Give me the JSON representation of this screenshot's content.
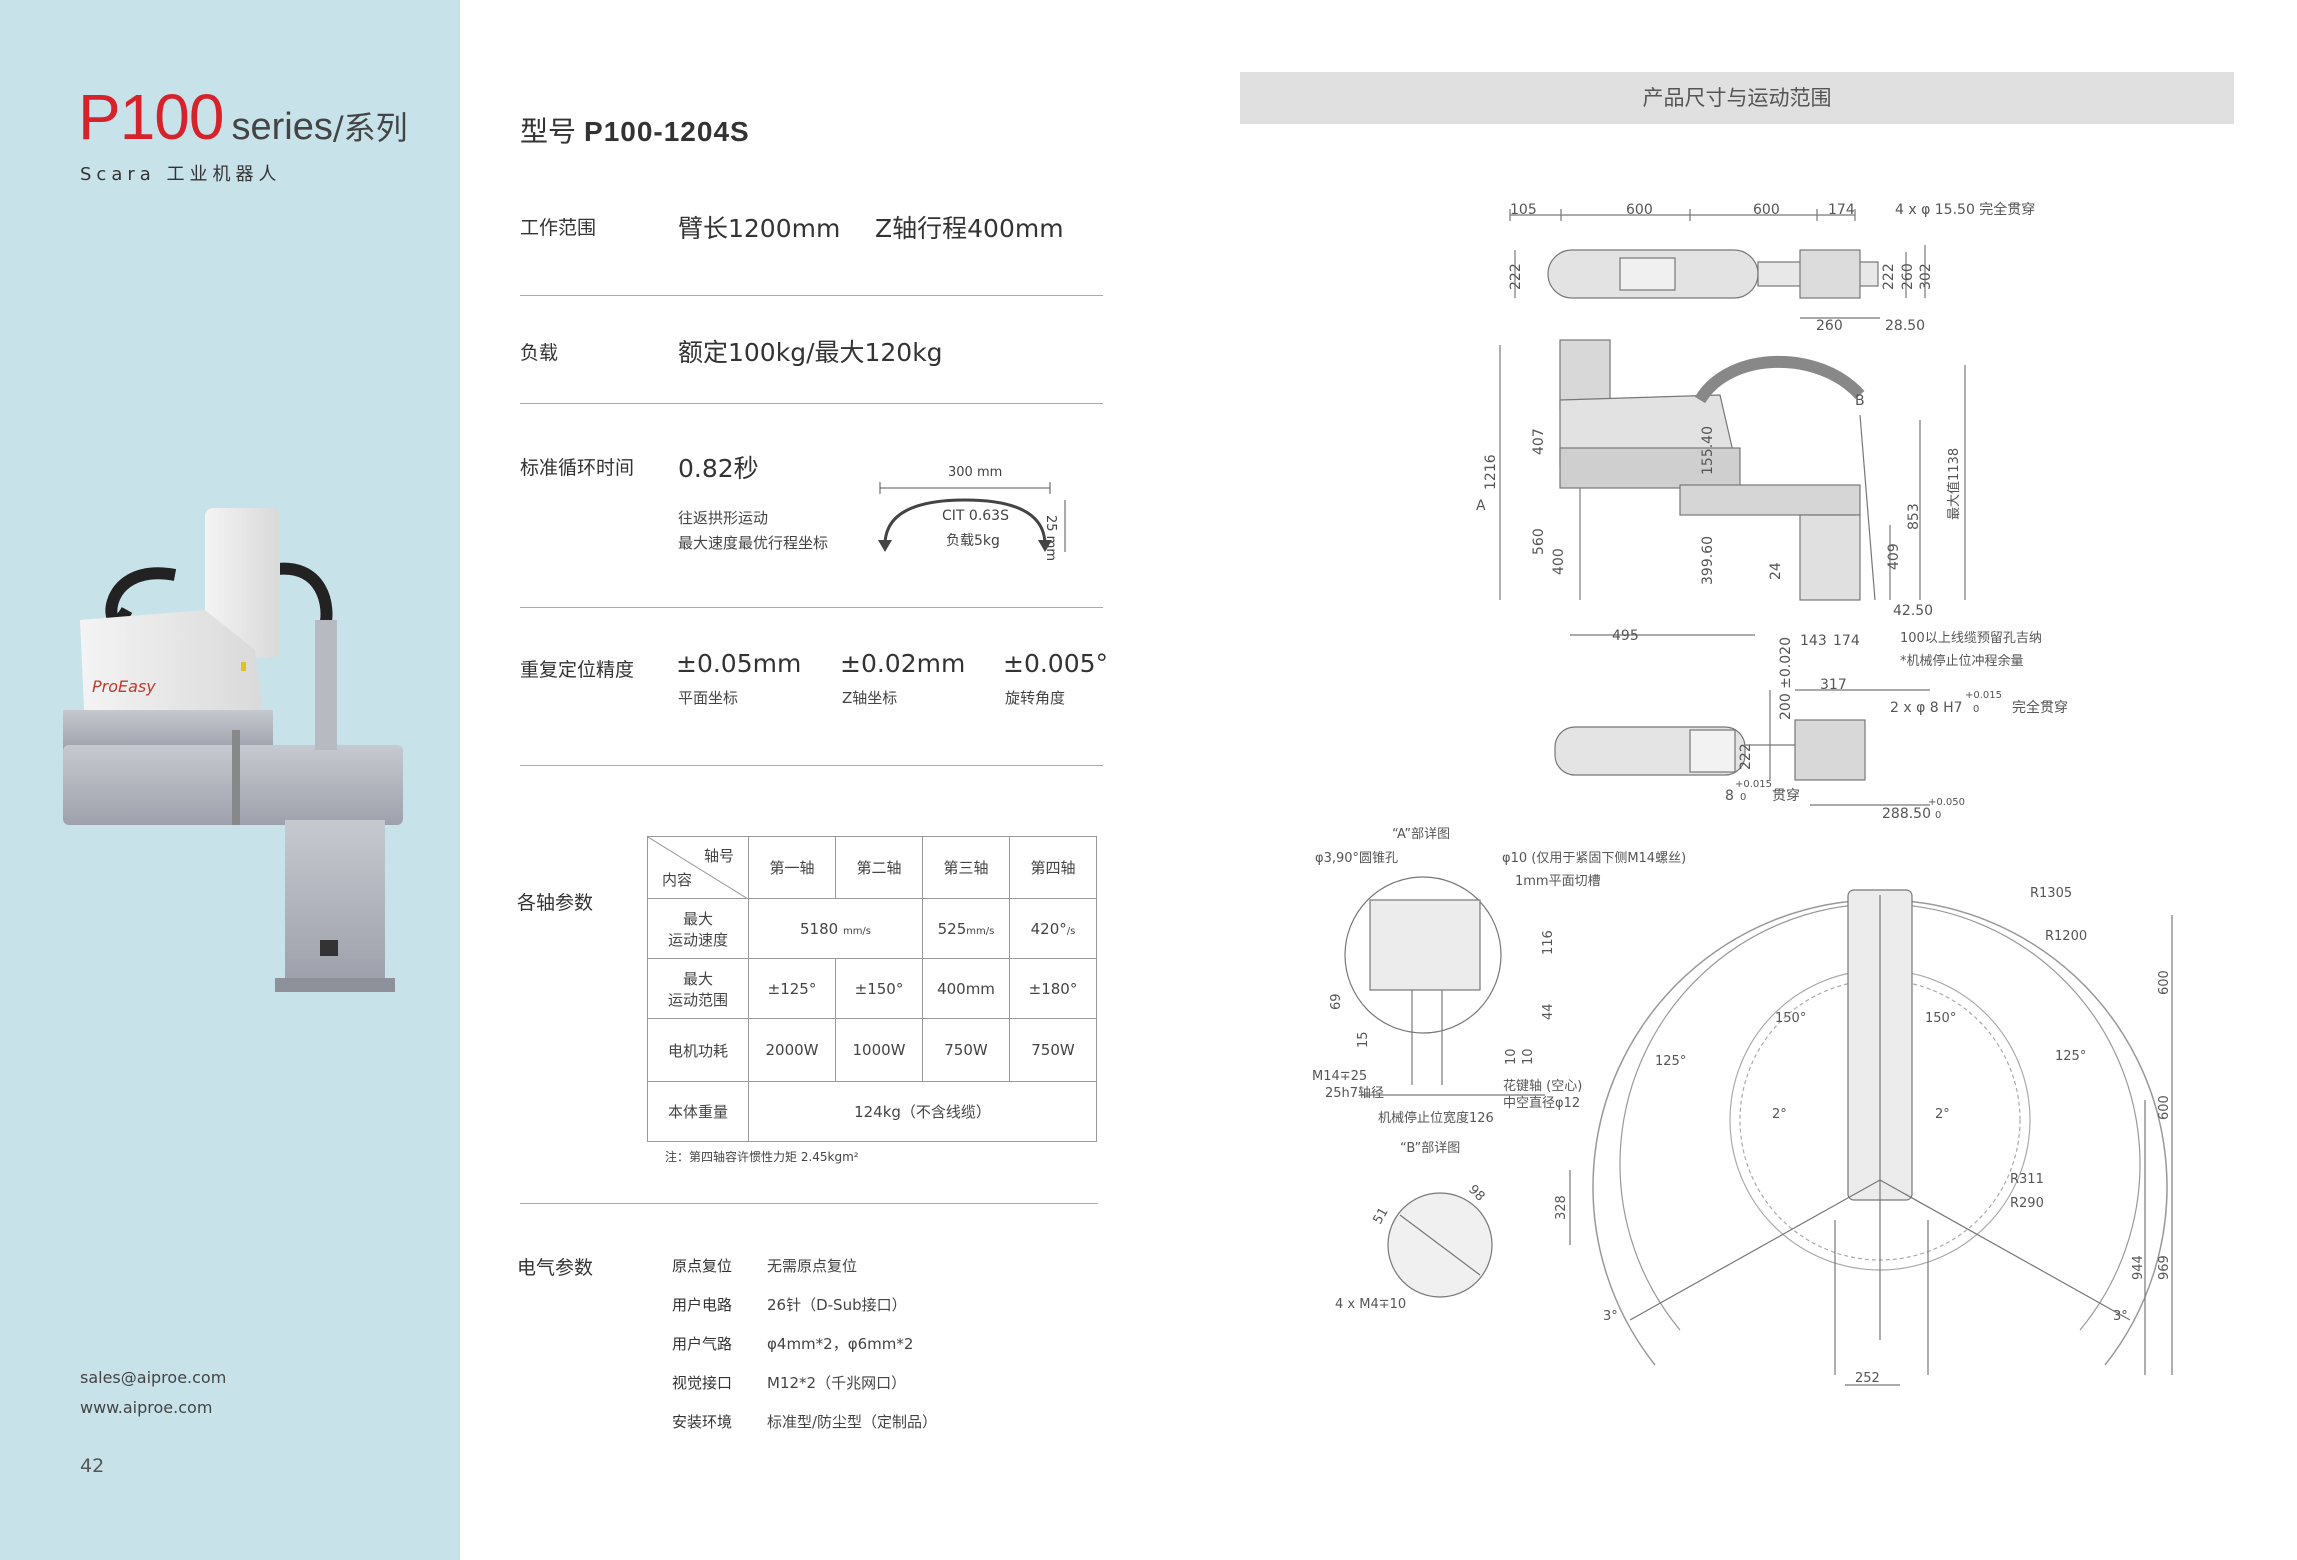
{
  "sidebar": {
    "model": "P100",
    "series": "series",
    "series_cn": "/系列",
    "subtitle": "Scara 工业机器人",
    "brand": "ProEasy",
    "email": "sales@aiproe.com",
    "website": "www.aiproe.com",
    "page_number": "42"
  },
  "model_line": {
    "label": "型号",
    "value": "P100-1204S"
  },
  "specs": {
    "work_range": {
      "label": "工作范围",
      "arm": "臂长1200mm",
      "z": "Z轴行程400mm"
    },
    "payload": {
      "label": "负载",
      "value": "额定100kg/最大120kg"
    },
    "cycle": {
      "label": "标准循环时间",
      "value": "0.82秒",
      "note1": "往返拱形运动",
      "note2": "最大速度最优行程坐标",
      "arch_width": "300 mm",
      "arch_height": "25 mm",
      "arch_line1": "CIT 0.63S",
      "arch_line2": "负载5kg"
    },
    "repeat": {
      "label": "重复定位精度",
      "items": [
        {
          "value": "±0.05mm",
          "sub": "平面坐标"
        },
        {
          "value": "±0.02mm",
          "sub": "Z轴坐标"
        },
        {
          "value": "±0.005°",
          "sub": "旋转角度"
        }
      ]
    }
  },
  "axis_table": {
    "section_label": "各轴参数",
    "corner_top": "轴号",
    "corner_bottom": "内容",
    "headers": [
      "第一轴",
      "第二轴",
      "第三轴",
      "第四轴"
    ],
    "speed": {
      "label1": "最大",
      "label2": "运动速度",
      "v12": "5180",
      "v12_unit": "mm/s",
      "v3": "525",
      "v3_unit": "mm/s",
      "v4": "420°",
      "v4_unit": "/s"
    },
    "range": {
      "label1": "最大",
      "label2": "运动范围",
      "values": [
        "±125°",
        "±150°",
        "400mm",
        "±180°"
      ]
    },
    "power": {
      "label": "电机功耗",
      "values": [
        "2000W",
        "1000W",
        "750W",
        "750W"
      ]
    },
    "weight": {
      "label": "本体重量",
      "value": "124kg（不含线缆）"
    },
    "note": "注：第四轴容许惯性力矩 2.45kgm²"
  },
  "electrical": {
    "section_label": "电气参数",
    "rows": [
      {
        "key": "原点复位",
        "value": "无需原点复位"
      },
      {
        "key": "用户电路",
        "value": "26针（D-Sub接口）"
      },
      {
        "key": "用户气路",
        "value": "φ4mm*2，φ6mm*2"
      },
      {
        "key": "视觉接口",
        "value": "M12*2（千兆网口）"
      },
      {
        "key": "安装环境",
        "value": "标准型/防尘型（定制品）"
      }
    ]
  },
  "drawing": {
    "title": "产品尺寸与运动范围",
    "top": {
      "d105": "105",
      "d600a": "600",
      "d600b": "600",
      "d174": "174",
      "holes": "4 x φ 15.50 完全贯穿",
      "d222": "222",
      "d222b": "222",
      "d260": "260",
      "d302": "302",
      "d260b": "260",
      "d28": "28.50"
    },
    "side": {
      "d1216": "1216",
      "d407": "407",
      "d560": "560",
      "d400": "400",
      "d155": "155.40",
      "d399": "399.60",
      "d24": "24",
      "d853": "853",
      "d409": "409",
      "d1138": "最大值1138",
      "d495": "495",
      "d143": "143",
      "d174": "174",
      "d42": "42.50",
      "a": "A",
      "b": "B",
      "note1": "100以上线缆预留孔吉纳",
      "note2": "*机械停止位冲程余量"
    },
    "bottom": {
      "d317": "317",
      "d200": "200 ±0.020",
      "holes": "2 x  φ 8 H7",
      "holes_tol": "+0.015",
      "holes_tol2": "0",
      "through": "完全贯穿",
      "d222": "222",
      "d8": "8",
      "d8tol": "+0.015",
      "d8tol2": "0",
      "through2": "贯穿",
      "d288": "288.50",
      "d288tol": "+0.050",
      "d288tol2": "0"
    },
    "detail_a": {
      "title": "“A”部详图",
      "cone": "φ3,90°圆锥孔",
      "phi10": "φ10 (仅用于紧固下侧M14螺丝)",
      "groove": "1mm平面切槽",
      "d116": "116",
      "d69": "69",
      "d44": "44",
      "d15": "15",
      "d10a": "10",
      "d10b": "10",
      "m14": "M14∓25",
      "h7": "25h7轴径",
      "spline": "花键轴 (空心)",
      "hollow": "中空直径φ12",
      "stop": "机械停止位宽度126"
    },
    "detail_b": {
      "title": "“B”部详图",
      "d98": "98",
      "d51": "51",
      "holes": "4 x M4∓10"
    },
    "range": {
      "r1305": "R1305",
      "r1200": "R1200",
      "r311": "R311",
      "r290": "R290",
      "a150l": "150°",
      "a150r": "150°",
      "a125l": "125°",
      "a125r": "125°",
      "a2l": "2°",
      "a2r": "2°",
      "a3l": "3°",
      "a3r": "3°",
      "d600a": "600",
      "d600b": "600",
      "d328": "328",
      "d944": "944",
      "d969": "969",
      "d252": "252"
    }
  }
}
